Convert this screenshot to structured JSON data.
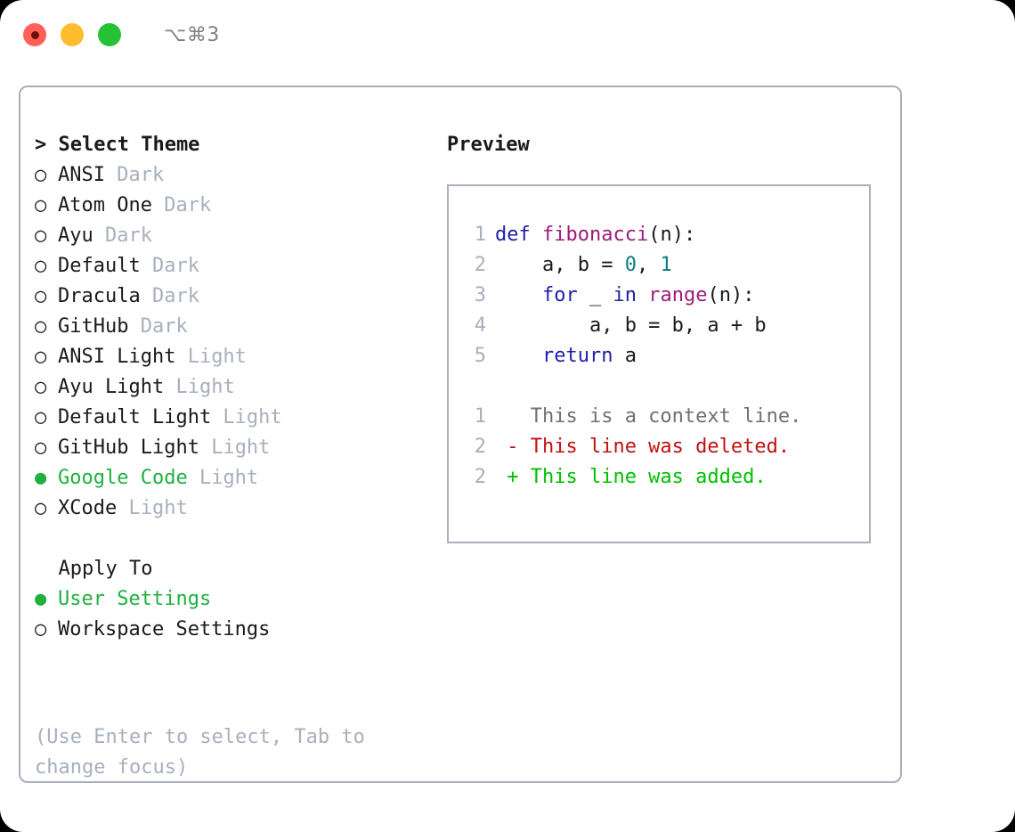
{
  "titlebar": {
    "shortcut": "⌥⌘3",
    "buttons": [
      {
        "name": "close",
        "color": "#ff6058"
      },
      {
        "name": "minimize",
        "color": "#ffbd2e"
      },
      {
        "name": "maximize",
        "color": "#25c236"
      }
    ]
  },
  "theme_section": {
    "title": "> Select Theme",
    "focused": true,
    "items": [
      {
        "marker": "○",
        "label": "ANSI",
        "tag": "Dark",
        "selected": false
      },
      {
        "marker": "○",
        "label": "Atom One",
        "tag": "Dark",
        "selected": false
      },
      {
        "marker": "○",
        "label": "Ayu",
        "tag": "Dark",
        "selected": false
      },
      {
        "marker": "○",
        "label": "Default",
        "tag": "Dark",
        "selected": false
      },
      {
        "marker": "○",
        "label": "Dracula",
        "tag": "Dark",
        "selected": false
      },
      {
        "marker": "○",
        "label": "GitHub",
        "tag": "Dark",
        "selected": false
      },
      {
        "marker": "○",
        "label": "ANSI Light",
        "tag": "Light",
        "selected": false
      },
      {
        "marker": "○",
        "label": "Ayu Light",
        "tag": "Light",
        "selected": false
      },
      {
        "marker": "○",
        "label": "Default Light",
        "tag": "Light",
        "selected": false
      },
      {
        "marker": "○",
        "label": "GitHub Light",
        "tag": "Light",
        "selected": false
      },
      {
        "marker": "●",
        "label": "Google Code",
        "tag": "Light",
        "selected": true
      },
      {
        "marker": "○",
        "label": "XCode",
        "tag": "Light",
        "selected": false
      }
    ]
  },
  "apply_section": {
    "title": "  Apply To",
    "focused": false,
    "items": [
      {
        "marker": "●",
        "label": "User Settings",
        "tag": "",
        "selected": true
      },
      {
        "marker": "○",
        "label": "Workspace Settings",
        "tag": "",
        "selected": false
      }
    ]
  },
  "hint": "(Use Enter to select, Tab to change focus)",
  "preview": {
    "title": "Preview",
    "code_lines": [
      {
        "number": "1",
        "tokens": [
          {
            "text": "def ",
            "type": "kw"
          },
          {
            "text": "fibonacci",
            "type": "fn"
          },
          {
            "text": "(n):",
            "type": "pn"
          }
        ]
      },
      {
        "number": "2",
        "tokens": [
          {
            "text": "    a, b = ",
            "type": "pn"
          },
          {
            "text": "0",
            "type": "num"
          },
          {
            "text": ", ",
            "type": "pn"
          },
          {
            "text": "1",
            "type": "num"
          }
        ]
      },
      {
        "number": "3",
        "tokens": [
          {
            "text": "    for ",
            "type": "kw"
          },
          {
            "text": "_ ",
            "type": "pn"
          },
          {
            "text": "in ",
            "type": "kw"
          },
          {
            "text": "range",
            "type": "fn"
          },
          {
            "text": "(n):",
            "type": "pn"
          }
        ]
      },
      {
        "number": "4",
        "tokens": [
          {
            "text": "        a, b = b, a + b",
            "type": "pn"
          }
        ]
      },
      {
        "number": "5",
        "tokens": [
          {
            "text": "    return ",
            "type": "kw"
          },
          {
            "text": "a",
            "type": "pn"
          }
        ]
      }
    ],
    "diff_lines": [
      {
        "number": "1",
        "sign": " ",
        "text": " This is a context line.",
        "type": "ctx"
      },
      {
        "number": "2",
        "sign": "-",
        "text": " This line was deleted.",
        "type": "del"
      },
      {
        "number": "2",
        "sign": "+",
        "text": " This line was added.",
        "type": "add"
      }
    ]
  },
  "colors": {
    "accent_green": "#20b040",
    "muted": "#a8b0bd",
    "keyword": "#1f1fa8",
    "function": "#9c1c7c",
    "number": "#0e7c7b",
    "diff_added": "#00c000",
    "diff_deleted": "#bf1212",
    "border": "#a8b0bd"
  }
}
